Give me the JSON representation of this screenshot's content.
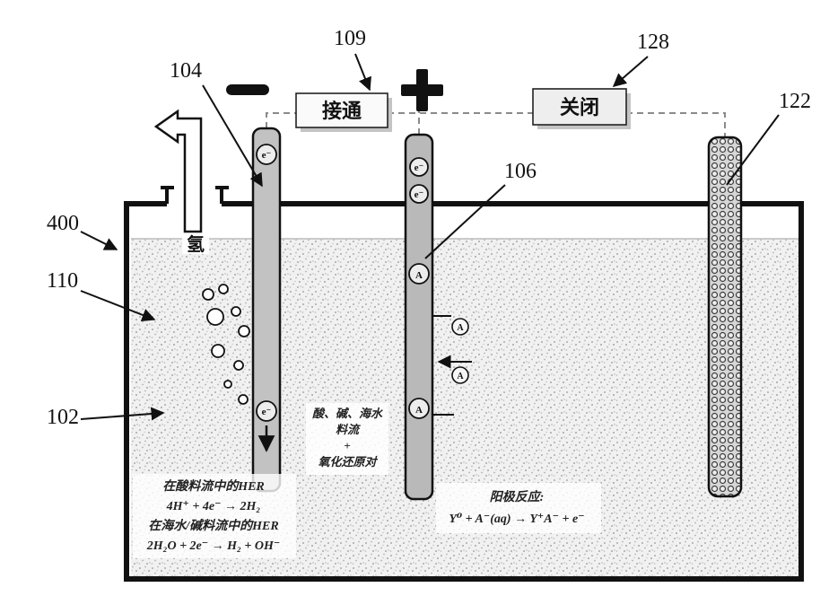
{
  "refs": {
    "r400": "400",
    "r110": "110",
    "r102": "102",
    "r104": "104",
    "r109": "109",
    "r106": "106",
    "r128": "128",
    "r122": "122"
  },
  "switches": {
    "on_label": "接通",
    "off_label": "关闭"
  },
  "gas": {
    "label": "氢"
  },
  "particles": {
    "electron": "e⁻",
    "species": "A"
  },
  "notes": {
    "stream": [
      "酸、碱、海水",
      "料流",
      "+",
      "氧化还原对"
    ],
    "her": [
      "在酸料流中的HER",
      "4H⁺ + 4e⁻ → 2H₂",
      "在海水/碱料流中的HER",
      "2H₂O + 2e⁻ → H₂ + OH⁻"
    ],
    "anode": [
      "阳极反应:",
      "Y⁰ + A⁻(aq) → Y⁺A⁻ + e⁻"
    ]
  },
  "colors": {
    "electrode_gray": "#c2c2c2",
    "wire_gray": "#8a8a8a",
    "ink": "#111111"
  }
}
